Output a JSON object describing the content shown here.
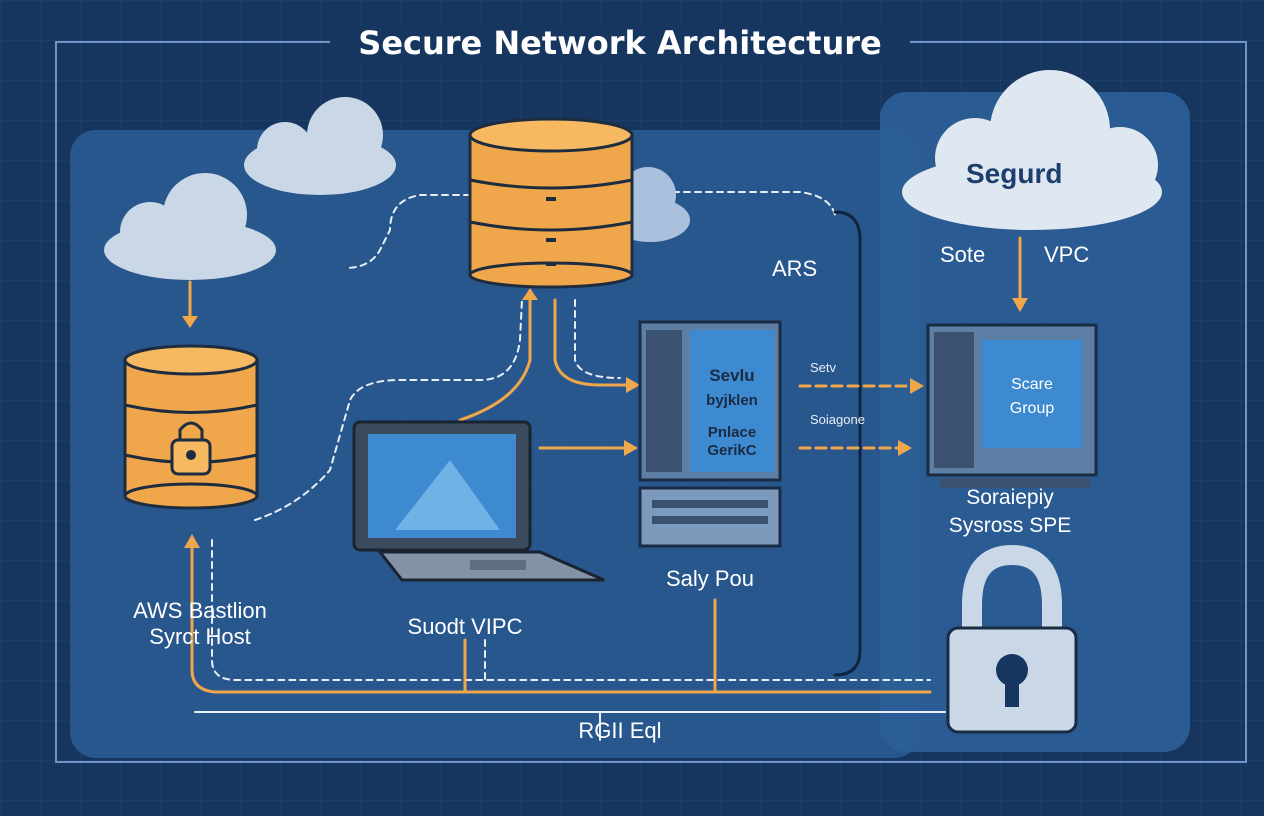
{
  "title": "Secure Network Architecture",
  "cloud_right_label": "Segurd",
  "subnet_label_left": "Sote",
  "subnet_label_right": "VPC",
  "aws_label": "ARS",
  "server_center": {
    "line1": "Sevlu",
    "line2": "byjklen",
    "line3": "Pnlace",
    "line4": "GerikC",
    "caption": "Saly Pou"
  },
  "arrow_label_top": "Setv",
  "arrow_label_bottom": "Soiagone",
  "server_right": {
    "line1": "Scare",
    "line2": "Group",
    "caption_line1": "Soraiepiy",
    "caption_line2": "Sysross SPE"
  },
  "bastion": {
    "line1": "AWS Bastlion",
    "line2": "Syrct Host"
  },
  "laptop_caption": "Suodt VIPC",
  "bottom_label": "RGII Eql",
  "colors": {
    "background": "#17365f",
    "panel": "#2a5a93",
    "orange": "#f0a64a",
    "cloud": "#c9d7e6",
    "server_screen": "#3d8ad0"
  },
  "icons": [
    "cloud-icon",
    "database-icon",
    "laptop-icon",
    "server-icon",
    "padlock-icon"
  ]
}
